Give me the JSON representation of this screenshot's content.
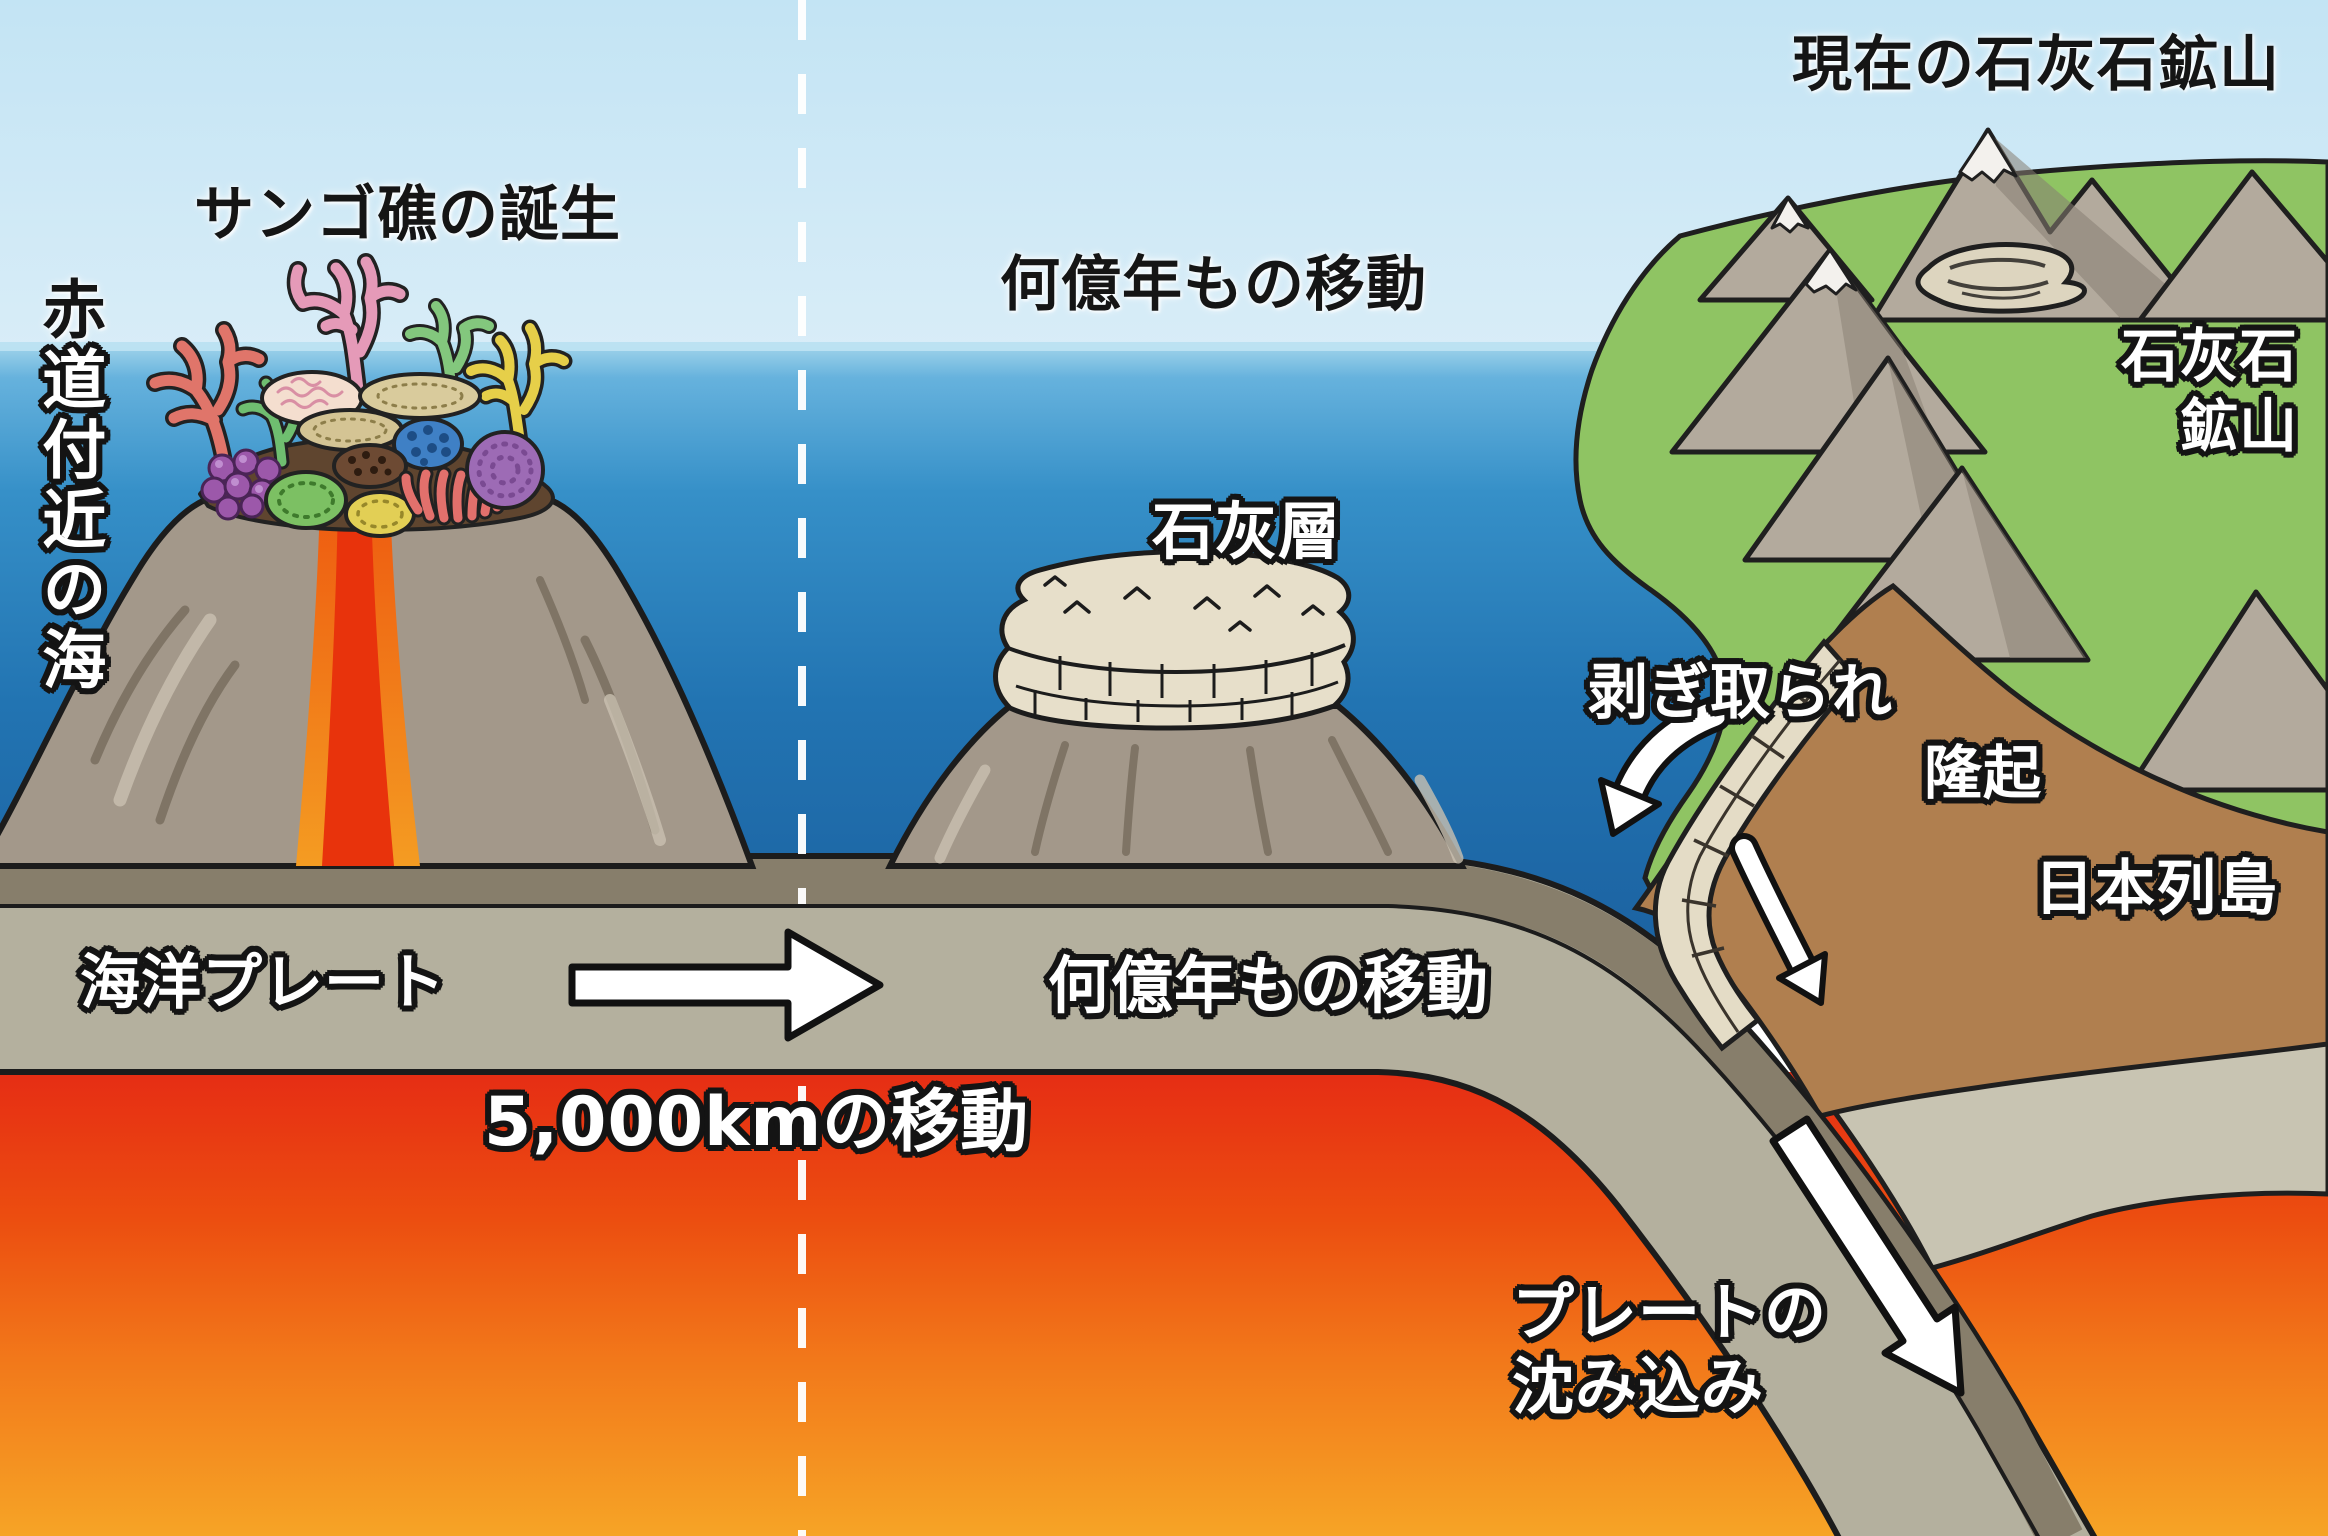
{
  "labels": {
    "current_limestone_mine": "現在の石灰石鉱山",
    "coral_reef_birth": "サンゴ礁の誕生",
    "equator_sea_first": "赤",
    "equator_sea_rest": "道付近の海",
    "movement_top": "何億年もの移動",
    "limestone_layer": "石灰層",
    "limestone_mine_line1": "石灰石",
    "limestone_mine_line2": "鉱山",
    "scraped_off": "剥ぎ取られ",
    "uplift": "隆起",
    "japanese_archipelago": "日本列島",
    "oceanic_plate": "海洋プレート",
    "movement_plate": "何億年もの移動",
    "movement_5000km": "5,000kmの移動",
    "subduction_line1": "プレートの",
    "subduction_line2": "沈み込み"
  },
  "icons": {
    "plate_motion_arrow": "right-arrow",
    "scraped_off_arrow": "curved-down-left-arrow",
    "subduction_small_arrow": "down-right-arrow",
    "subduction_large_arrow": "down-right-arrow",
    "boundary_dashed_line": "vertical-dashed-line"
  },
  "colors": {
    "sky_top": "#c3e4f4",
    "sea_mid": "#2e86c2",
    "sea_deep": "#1c63a2",
    "plate_body": "#b4b09e",
    "plate_crust_stripe": "#877e6b",
    "forearc_crust": "#c8c4b2",
    "mantle_red": "#e62d14",
    "mantle_orange": "#f6a426",
    "land_green": "#8fc463",
    "mountain_brown": "#b07f4f",
    "volcano_gray": "#a3988a",
    "limestone": "#e7dfca",
    "lava_red": "#e8330c"
  }
}
